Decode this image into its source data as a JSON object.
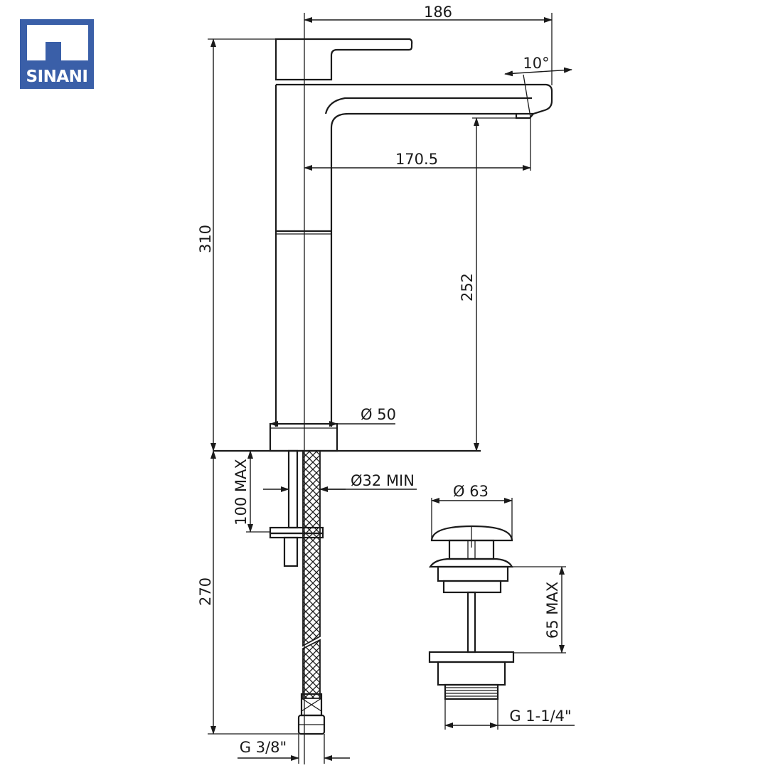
{
  "brand": {
    "logo_text": "SINANI",
    "logo_color": "#3a5fa8",
    "line_color": "#1a1a1a"
  },
  "dimensions": {
    "overall_width": "186",
    "spout_reach": "170.5",
    "spout_angle": "10°",
    "overall_height": "310",
    "spout_height": "252",
    "body_diameter": "Ø 50",
    "hole_diameter": "Ø32  MIN",
    "max_deck_thickness": "100 MAX",
    "hose_length": "270",
    "hose_thread": "G  3/8\"",
    "waste_diameter": "Ø 63",
    "waste_max": "65 MAX",
    "waste_thread": "G  1-1/4\""
  }
}
